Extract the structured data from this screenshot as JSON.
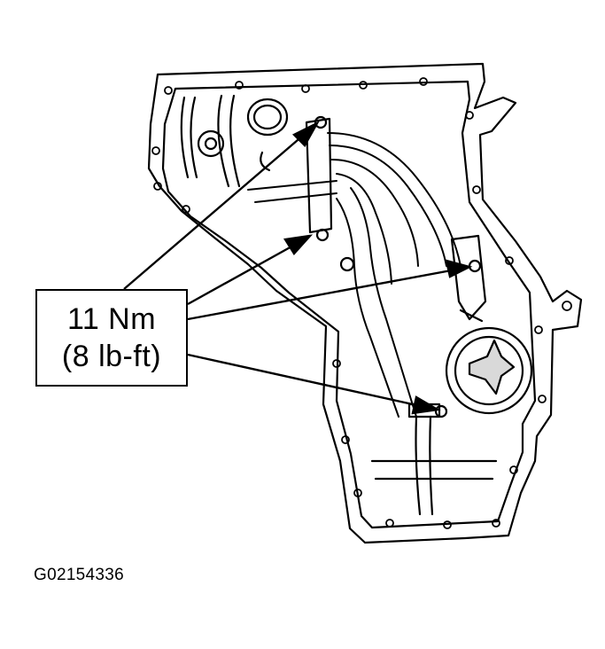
{
  "callout": {
    "torque_metric": "11 Nm",
    "torque_imperial": "(8 lb-ft)"
  },
  "figure_id": "G02154336",
  "colors": {
    "line": "#000000",
    "background": "#ffffff"
  }
}
